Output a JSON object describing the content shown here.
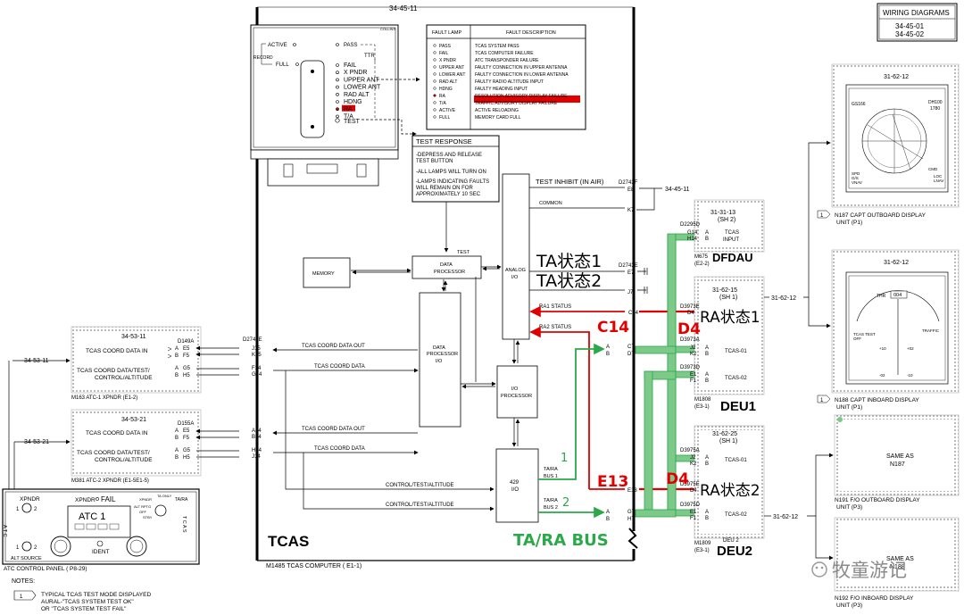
{
  "top_ref": "34-45-11",
  "wiring": {
    "title": "WIRING DIAGRAMS",
    "refs": [
      "34-45-01",
      "34-45-02"
    ]
  },
  "panel": {
    "corner": "COLLINS",
    "active": "ACTIVE",
    "record": "RECORD",
    "full": "FULL",
    "pass": "PASS",
    "ttr": "TTR",
    "items": [
      "FAIL",
      "X PNDR",
      "UPPER ANT",
      "LOWER ANT",
      "RAD ALT",
      "HDNG",
      "RA",
      "T/A"
    ],
    "test": "TEST"
  },
  "fault_table": {
    "col1": "FAULT LAMP",
    "col2": "FAULT DESCRIPTION",
    "rows": [
      {
        "lamp": "PASS",
        "desc": "TCAS SYSTEM PASS"
      },
      {
        "lamp": "FAIL",
        "desc": "TCAS COMPUTER FAILURE"
      },
      {
        "lamp": "X PNDR",
        "desc": "ATC TRANSPONDER FAILURE"
      },
      {
        "lamp": "UPPER ANT",
        "desc": "FAULTY CONNECTION IN UPPER ANTENNA"
      },
      {
        "lamp": "LOWER ANT",
        "desc": "FAULTY CONNECTION IN LOWER ANTENNA"
      },
      {
        "lamp": "RAD ALT",
        "desc": "FAULTY RADIO ALTITUDE INPUT"
      },
      {
        "lamp": "HDNG",
        "desc": "FAULTY HEADING INPUT"
      },
      {
        "lamp": "RA",
        "desc": "RESOLUTION ADVISORY DISPLAY FAILURE"
      },
      {
        "lamp": "T/A",
        "desc": "TRAFFIC ADVISORY DISPLAY FAILURE"
      },
      {
        "lamp": "ACTIVE",
        "desc": "ACTIVE RELOADING"
      },
      {
        "lamp": "FULL",
        "desc": "MEMORY CARD FULL"
      }
    ],
    "highlight_color": "#e00000"
  },
  "test_response": {
    "title": "TEST RESPONSE",
    "lines": [
      "-DEPRESS AND RELEASE",
      "TEST BUTTON",
      "-ALL LAMPS WILL TURN ON",
      "-LAMPS INDICATING FAULTS",
      "WILL REMAIN ON FOR",
      "APPROXIMATELY 10 SEC"
    ]
  },
  "tcas": {
    "memory": "MEMORY",
    "test": "TEST",
    "data_proc": [
      "DATA",
      "PROCESSOR"
    ],
    "data_proc_io": [
      "DATA",
      "PROCESSOR",
      "I/O"
    ],
    "analog_io": [
      "ANALOG",
      "I/O"
    ],
    "io_proc": [
      "I/O",
      "PROCESSOR"
    ],
    "io429": [
      "429",
      "I/O"
    ],
    "test_inhibit": "TEST INHIBIT (IN AIR)",
    "common": "COMMON",
    "ra1_status": "RA1 STATUS",
    "ra2_status": "RA2 STATUS",
    "tara1": [
      "TA/RA",
      "BUS 1"
    ],
    "tara2": [
      "TA/RA",
      "BUS 2"
    ],
    "coord_out": "TCAS COORD DATA OUT",
    "coord_data": "TCAS COORD DATA",
    "ctl_test_alt": "CONTROL/TEST/ALTITUDE",
    "label": "TCAS",
    "footer": "M1485      TCAS COMPUTER ( E1-1)"
  },
  "pins": {
    "d2743f": "D2743F",
    "e8": "E8",
    "k7": "K7",
    "ref_3445": "34-45-11",
    "d2743e": "D2743E",
    "e7": "E7",
    "j7": "J7",
    "c14": "C14",
    "e13": "E13",
    "c7": "C7",
    "d7": "D7",
    "g7": "G7",
    "h7": "H7",
    "j15": "J15",
    "k15": "K15",
    "f14": "F14",
    "g14": "G14",
    "a14": "A14",
    "b14": "B14",
    "h14": "H14",
    "j14": "J14",
    "a": "A",
    "b": "B"
  },
  "atc1": {
    "ref": "34-53-11",
    "plug": "D149A",
    "in": "TCAS COORD DATA IN",
    "ctl": [
      "TCAS COORD DATA/TEST/",
      "CONTROL/ALTITUDE"
    ],
    "pins": [
      "E5",
      "F5",
      "G5",
      "H5"
    ],
    "unit": "M163     ATC-1 XPNDR (E1-2)"
  },
  "atc2": {
    "ref": "34-53-21",
    "plug": "D155A",
    "in": "TCAS COORD DATA IN",
    "ctl": [
      "TCAS COORD DATA/TEST/",
      "CONTROL/ALTITUDE"
    ],
    "pins": [
      "E5",
      "F5",
      "G5",
      "H5"
    ],
    "unit": "M381     ATC-2 XPNDR (E1-5E1-5)"
  },
  "ext_refs": {
    "r1": "34-53-11",
    "r2": "34-53-21"
  },
  "atc_panel": {
    "xpndr": "XPNDR",
    "xpndr_fail": "XPNDR",
    "fail": "FAIL",
    "display": "ATC 1",
    "ident": "IDENT",
    "alt_source": "ALT SOURCE",
    "tara": "TA/RA",
    "ta_only": "TA ONLY",
    "alt_rptg": "ALT RPTG",
    "off": "OFF",
    "stby": "STBY",
    "one": "1",
    "two": "2",
    "left_side": "A T C",
    "right_side": "T C A S",
    "caption": "ATC CONTROL PANEL ( P8-29)"
  },
  "notes": {
    "title": "NOTES:",
    "lines": [
      "TYPICAL TCAS TEST MODE DISPLAYED",
      "AURAL-\"TCAS SYSTEM TEST OK\"",
      "OR \"TCAS SYSTEM TEST FAIL\""
    ],
    "num": "1"
  },
  "dfdau": {
    "ref": "31-31-13",
    "sheet": "(SH 2)",
    "plug": "D2295D",
    "pins": [
      "G14",
      "H14"
    ],
    "label": "TCAS",
    "label2": "INPUT",
    "unit": "M675",
    "unit2": "(E2-2)",
    "name": "DFDAU"
  },
  "deu1": {
    "ref": "31-62-15",
    "sheet": "(SH 1)",
    "plugs": [
      "D3973E",
      "D3973A",
      "D3973D"
    ],
    "pins": [
      "D4",
      "J2",
      "K2",
      "E1",
      "F1"
    ],
    "tcas01": "TCAS-01",
    "tcas02": "TCAS-02",
    "unit": "M1808",
    "unit2": "(E3-1)",
    "name": "DEU1"
  },
  "deu2": {
    "ref": "31-62-25",
    "sheet": "(SH 1)",
    "plugs": [
      "D3975A",
      "D3975E",
      "D3975D"
    ],
    "pins": [
      "J2",
      "K2",
      "D4",
      "E1",
      "F1"
    ],
    "tcas01": "TCAS-01",
    "tcas02": "TCAS-02",
    "unit": "M1809",
    "unit2": "(E3-1)",
    "name": "DEU2",
    "deu2_small": "DEU 2"
  },
  "ref_31_62_12": "31-62-12",
  "displays": {
    "top_ref": "31-62-12",
    "d1": {
      "ref": "31-62-12",
      "num": "1",
      "caption": "N187     CAPT OUTBOARD DISPLAY",
      "caption2": "UNIT (P1)",
      "gs": "GS166",
      "dh": "DH100",
      "alt": "1780",
      "spd": "SPD",
      "gs2": "G/S",
      "vnav": "VNAV",
      "cmd": "CMD",
      "loc": "LOC",
      "lnav": "LNAV"
    },
    "d2": {
      "ref": "31-62-12",
      "num": "1",
      "caption": "N188     CAPT INBOARD DISPLAY",
      "caption2": "UNIT (P1)",
      "thr": "THR",
      "val": "004",
      "traffic": "TRAFFIC",
      "test": "TCAS TEST",
      "off": "OFF",
      "p10": "+10",
      "m02": "-02",
      "m10": "-10",
      "p02": "+02"
    },
    "d3": {
      "same": "SAME AS",
      "ref": "N187",
      "caption": "N191     F/O OUTBOARD DISPLAY",
      "caption2": "UNIT (P3)"
    },
    "d4": {
      "same": "SAME AS",
      "ref": "N188",
      "caption": "N192     F/O INBOARD DISPLAY",
      "caption2": "UNIT (P3)"
    }
  },
  "annotations": {
    "ta1": "TA状态1",
    "ta2": "TA状态2",
    "c14": "C14",
    "d4a": "D4",
    "ra1": "RA状态1",
    "e13": "E13",
    "d4b": "D4",
    "ra2": "RA状态2",
    "bus": "TA/RA BUS",
    "n1": "1",
    "n2": "2"
  },
  "watermark": "牧童游记",
  "colors": {
    "red": "#e00000",
    "green": "#2aa84a",
    "bus": "#7cc98a"
  }
}
